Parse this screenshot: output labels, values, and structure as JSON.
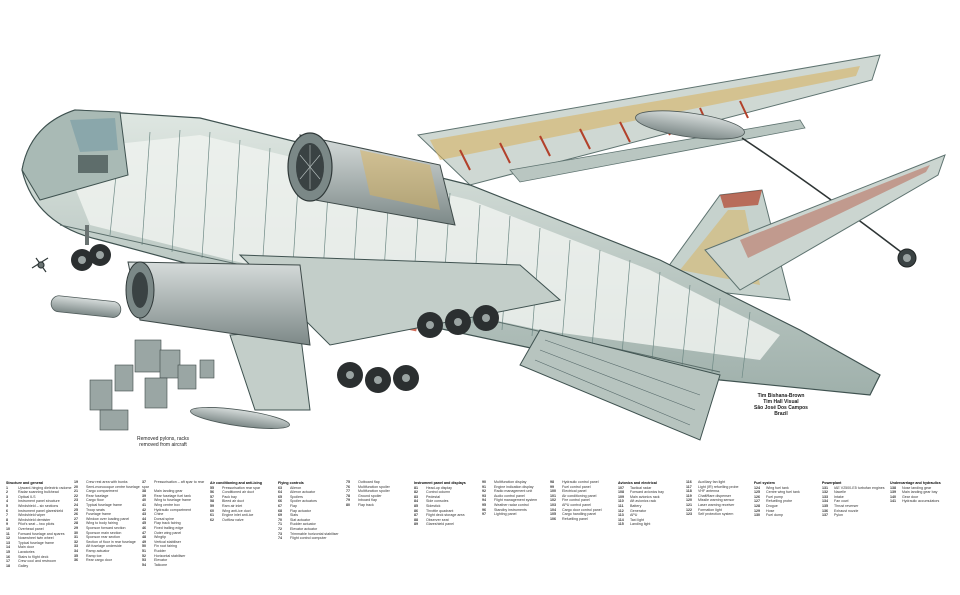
{
  "credit": {
    "artist": "Tim Bishana-Brown",
    "line2": "Tim Hall Visual",
    "line3": "São José Dos Campos",
    "line4": "Brazil"
  },
  "captions": {
    "fuel_racks": "Removed pylons, racks removed from aircraft"
  },
  "colors": {
    "skin": "#c9d4cf",
    "frame": "#6f8a86",
    "inner": "#eef2ee",
    "wing_red": "#c8472f",
    "wing_gold": "#d9b15a",
    "engine": "#8c9a98",
    "tyre": "#2b2f30"
  },
  "legend": [
    {
      "heading": "Structure and general",
      "items": [
        [
          "1",
          "Upward-hinging dielectric radome"
        ],
        [
          "2",
          "Radar scanning bulkhead"
        ],
        [
          "3",
          "Optical ILS"
        ],
        [
          "4",
          "Instrument panel structure"
        ],
        [
          "5",
          "Windshield – six sections"
        ],
        [
          "6",
          "Instrument panel glareshield"
        ],
        [
          "7",
          "Windshield wiper"
        ],
        [
          "8",
          "Windshield demister"
        ],
        [
          "9",
          "Pilot's seat – two pilots"
        ],
        [
          "10",
          "Overhead panel"
        ],
        [
          "11",
          "Forward fuselage and spares"
        ],
        [
          "12",
          "Nosewheel twin wheel"
        ],
        [
          "13",
          "Typical fuselage frame"
        ],
        [
          "14",
          "Main door"
        ],
        [
          "15",
          "Lavatories"
        ],
        [
          "16",
          "Stairs to flight deck"
        ],
        [
          "17",
          "Crew cool and restroom"
        ],
        [
          "18",
          "Galley"
        ]
      ]
    },
    {
      "heading": "",
      "items": [
        [
          "19",
          "Crew rest area with bunks"
        ],
        [
          "20",
          "Semi-monocoque centre fuselage"
        ],
        [
          "21",
          "Cargo compartment"
        ],
        [
          "22",
          "Rear fuselage"
        ],
        [
          "23",
          "Cargo floor"
        ],
        [
          "24",
          "Typical fuselage frame"
        ],
        [
          "25",
          "Troop seats"
        ],
        [
          "26",
          "Fuselage frame"
        ],
        [
          "27",
          "Window over loading panel"
        ],
        [
          "28",
          "Wing to body fairing"
        ],
        [
          "29",
          "Sponson forward section"
        ],
        [
          "30",
          "Sponson main section"
        ],
        [
          "31",
          "Sponson rear section"
        ],
        [
          "32",
          "Section of floor in rear fuselage"
        ],
        [
          "33",
          "Aft fuselage underside"
        ],
        [
          "34",
          "Ramp actuator"
        ],
        [
          "35",
          "Ramp toe"
        ],
        [
          "36",
          "Rear cargo door"
        ]
      ]
    },
    {
      "heading": "",
      "items": [
        [
          "37",
          "Pressurisation – aft spar to rear spar"
        ],
        [
          "38",
          "Main landing gear"
        ],
        [
          "39",
          "Rear fuselage fuel tank"
        ],
        [
          "40",
          "Wing to fuselage frame"
        ],
        [
          "41",
          "Wing centre box"
        ],
        [
          "42",
          "Hydraulic compartment"
        ],
        [
          "43",
          "Chine"
        ],
        [
          "44",
          "Dorsal spine"
        ],
        [
          "45",
          "Flap track fairing"
        ],
        [
          "46",
          "Fixed trailing edge"
        ],
        [
          "47",
          "Outer wing panel"
        ],
        [
          "48",
          "Wingtip"
        ],
        [
          "49",
          "Vertical stabiliser"
        ],
        [
          "50",
          "Fin root fairing"
        ],
        [
          "51",
          "Rudder"
        ],
        [
          "52",
          "Horizontal stabiliser"
        ],
        [
          "53",
          "Elevator"
        ],
        [
          "54",
          "Tailcone"
        ]
      ]
    },
    {
      "heading": "Air conditioning and anti-icing",
      "items": [
        [
          "55",
          "Pressurisation rear spar"
        ],
        [
          "56",
          "Conditioned air duct"
        ],
        [
          "57",
          "Pack bay"
        ],
        [
          "58",
          "Bleed air duct"
        ],
        [
          "59",
          "Ram air inlet"
        ],
        [
          "60",
          "Wing anti-ice duct"
        ],
        [
          "61",
          "Engine inlet anti-ice"
        ],
        [
          "62",
          "Outflow valve"
        ]
      ]
    },
    {
      "heading": "Flying controls",
      "items": [
        [
          "63",
          "Aileron"
        ],
        [
          "64",
          "Aileron actuator"
        ],
        [
          "65",
          "Spoilers"
        ],
        [
          "66",
          "Spoiler actuators"
        ],
        [
          "67",
          "Flap"
        ],
        [
          "68",
          "Flap actuator"
        ],
        [
          "69",
          "Slats"
        ],
        [
          "70",
          "Slat actuator"
        ],
        [
          "71",
          "Rudder actuator"
        ],
        [
          "72",
          "Elevator actuator"
        ],
        [
          "73",
          "Trimmable horizontal stabiliser"
        ],
        [
          "74",
          "Flight control computer"
        ]
      ]
    },
    {
      "heading": "",
      "items": [
        [
          "75",
          "Outboard flap"
        ],
        [
          "76",
          "Multifunction spoiler"
        ],
        [
          "77",
          "Multifunction spoiler"
        ],
        [
          "78",
          "Ground spoiler"
        ],
        [
          "79",
          "Inboard flap"
        ],
        [
          "80",
          "Flap track"
        ]
      ]
    },
    {
      "heading": "Instrument panel and displays",
      "items": [
        [
          "81",
          "Head-up display"
        ],
        [
          "82",
          "Control column"
        ],
        [
          "83",
          "Pedestal"
        ],
        [
          "84",
          "Side consoles"
        ],
        [
          "85",
          "Sidestick"
        ],
        [
          "86",
          "Throttle quadrant"
        ],
        [
          "87",
          "Flight deck storage area"
        ],
        [
          "88",
          "Observer seat"
        ],
        [
          "89",
          "Glareshield panel"
        ]
      ]
    },
    {
      "heading": "",
      "items": [
        [
          "90",
          "Multifunction display"
        ],
        [
          "91",
          "Engine indication display"
        ],
        [
          "92",
          "Radio management unit"
        ],
        [
          "93",
          "Audio control panel"
        ],
        [
          "94",
          "Flight management system"
        ],
        [
          "95",
          "Weather radar control"
        ],
        [
          "96",
          "Standby instruments"
        ],
        [
          "97",
          "Lighting panel"
        ]
      ]
    },
    {
      "heading": "",
      "items": [
        [
          "98",
          "Hydraulic control panel"
        ],
        [
          "99",
          "Fuel control panel"
        ],
        [
          "100",
          "Electrical panel"
        ],
        [
          "101",
          "Air conditioning panel"
        ],
        [
          "102",
          "Fire control panel"
        ],
        [
          "103",
          "APU control panel"
        ],
        [
          "104",
          "Cargo door control panel"
        ],
        [
          "105",
          "Cargo handling panel"
        ],
        [
          "106",
          "Refuelling panel"
        ]
      ]
    },
    {
      "heading": "Avionics and electrical",
      "items": [
        [
          "107",
          "Tactical radar"
        ],
        [
          "108",
          "Forward avionics bay"
        ],
        [
          "109",
          "Main avionics rack"
        ],
        [
          "110",
          "Aft avionics rack"
        ],
        [
          "111",
          "Battery"
        ],
        [
          "112",
          "Generator"
        ],
        [
          "113",
          "APU"
        ],
        [
          "114",
          "Taxi light"
        ],
        [
          "115",
          "Landing light"
        ]
      ]
    },
    {
      "heading": "",
      "items": [
        [
          "116",
          "Auxiliary fan light"
        ],
        [
          "117",
          "Light (IR) refuelling probe"
        ],
        [
          "118",
          "VHF antenna"
        ],
        [
          "119",
          "Chaff/flare dispenser"
        ],
        [
          "120",
          "Missile warning sensor"
        ],
        [
          "121",
          "Laser warning receiver"
        ],
        [
          "122",
          "Formation light"
        ],
        [
          "123",
          "Self protection system"
        ]
      ]
    },
    {
      "heading": "Fuel system",
      "items": [
        [
          "124",
          "Wing fuel tank"
        ],
        [
          "125",
          "Centre wing fuel tank"
        ],
        [
          "126",
          "Fuel pump"
        ],
        [
          "127",
          "Refuelling probe"
        ],
        [
          "128",
          "Drogue"
        ],
        [
          "129",
          "Hose"
        ],
        [
          "130",
          "Fuel dump"
        ]
      ]
    },
    {
      "heading": "Powerplant",
      "items": [
        [
          "131",
          "IAE V2500-E5 turbofan engines"
        ],
        [
          "132",
          "Nacelle"
        ],
        [
          "133",
          "Intake"
        ],
        [
          "134",
          "Fan cowl"
        ],
        [
          "135",
          "Thrust reverser"
        ],
        [
          "136",
          "Exhaust nozzle"
        ],
        [
          "137",
          "Pylon"
        ]
      ]
    },
    {
      "heading": "Undercarriage and hydraulics",
      "items": [
        [
          "138",
          "Nose landing gear"
        ],
        [
          "139",
          "Main landing gear bay"
        ],
        [
          "140",
          "Gear door"
        ],
        [
          "141",
          "Hydraulic accumulators"
        ]
      ]
    }
  ]
}
